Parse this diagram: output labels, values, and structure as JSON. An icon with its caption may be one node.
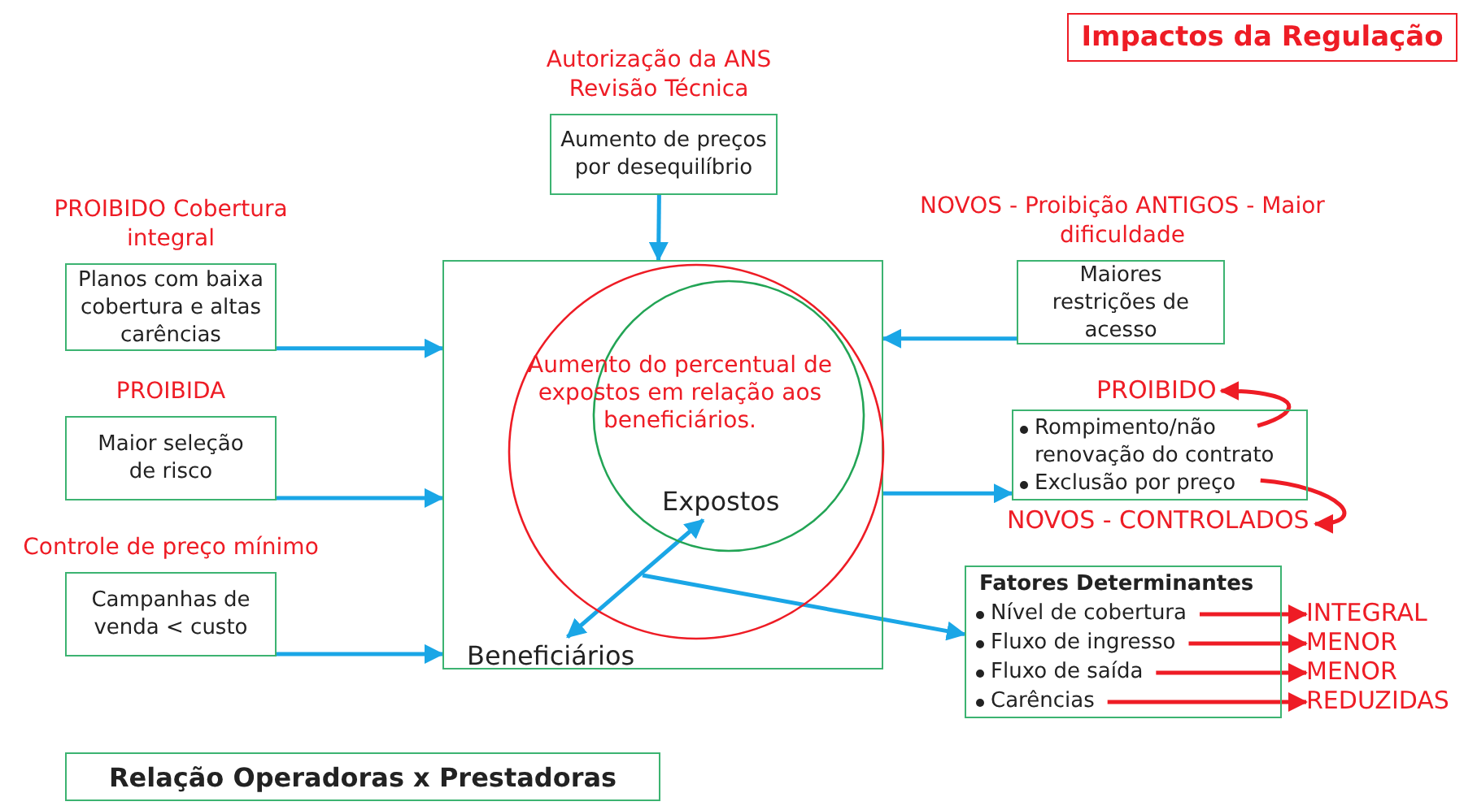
{
  "diagram": {
    "nodes": [
      {
        "text": [
          "Impactos da Regulação"
        ]
      },
      {
        "text": [
          "Autorização da ANS Revisão Técnica",
          "Aumento de preços por desequilíbrio"
        ]
      },
      {
        "text": [
          "PROIBIDO Cobertura integral",
          "Planos com baixa cobertura e altas carências"
        ]
      },
      {
        "text": [
          "NOVOS - Proibição ANTIGOS - Maior dificuldade",
          "Maiores restrições de acesso"
        ]
      },
      {
        "text": [],
        "shape": "box"
      },
      {
        "text": [],
        "shape": "circle",
        "in": 4
      },
      {
        "text": [],
        "shape": "circle",
        "in": 5
      },
      {
        "text": [
          "Expostos"
        ],
        "in": 6
      },
      {
        "text": [
          "Beneficiários"
        ],
        "in": 4
      },
      {
        "text": [
          "PROIBIDA",
          "Maior seleção de risco"
        ]
      },
      {
        "text": [
          "Rompimento/não renovação do contrato",
          "Exclusão por preço"
        ]
      },
      {
        "text": [
          "PROIBIDO"
        ]
      },
      {
        "text": [
          "NOVOS - CONTROLADOS"
        ]
      },
      {
        "text": [
          "Controle de preço mínimo",
          "Campanhas de venda < custo"
        ]
      },
      {
        "text": [
          "Fatores Determinantes",
          "Nível de cobertura",
          "Fluxo de ingresso",
          "Fluxo de saída",
          "Carências"
        ]
      },
      {
        "text": [
          "INTEGRAL"
        ]
      },
      {
        "text": [
          "MENOR"
        ]
      },
      {
        "text": [
          "MENOR"
        ]
      },
      {
        "text": [
          "REDUZIDAS"
        ]
      },
      {
        "text": [
          "Relação Operadoras x Prestadoras"
        ]
      }
    ],
    "edges": [
      {
        "from": 1,
        "to": 4,
        "arrow": "to"
      },
      {
        "from": 2,
        "to": 4,
        "arrow": "to"
      },
      {
        "from": 9,
        "to": 4,
        "arrow": "to"
      },
      {
        "from": 13,
        "to": 4,
        "arrow": "to"
      },
      {
        "from": 3,
        "to": 4,
        "arrow": "to"
      },
      {
        "from": 4,
        "to": 10,
        "arrow": "to"
      },
      {
        "from": 8,
        "to": 7,
        "arrow": "both"
      },
      {
        "from": null,
        "to": 14,
        "arrow": "to"
      },
      {
        "from": 10,
        "to": 11,
        "arrow": "to",
        "color": "#ee1c25"
      },
      {
        "from": 10,
        "to": 12,
        "arrow": "to",
        "color": "#ee1c25"
      },
      {
        "from": 14,
        "to": 15,
        "arrow": "to",
        "color": "#ee1c25"
      },
      {
        "from": 14,
        "to": 16,
        "arrow": "to",
        "color": "#ee1c25"
      },
      {
        "from": 14,
        "to": 17,
        "arrow": "to",
        "color": "#ee1c25"
      },
      {
        "from": 14,
        "to": 18,
        "arrow": "to",
        "color": "#ee1c25"
      }
    ],
    "labels": [
      "Aumento do percentual de expostos em relação aos beneficiários."
    ]
  }
}
